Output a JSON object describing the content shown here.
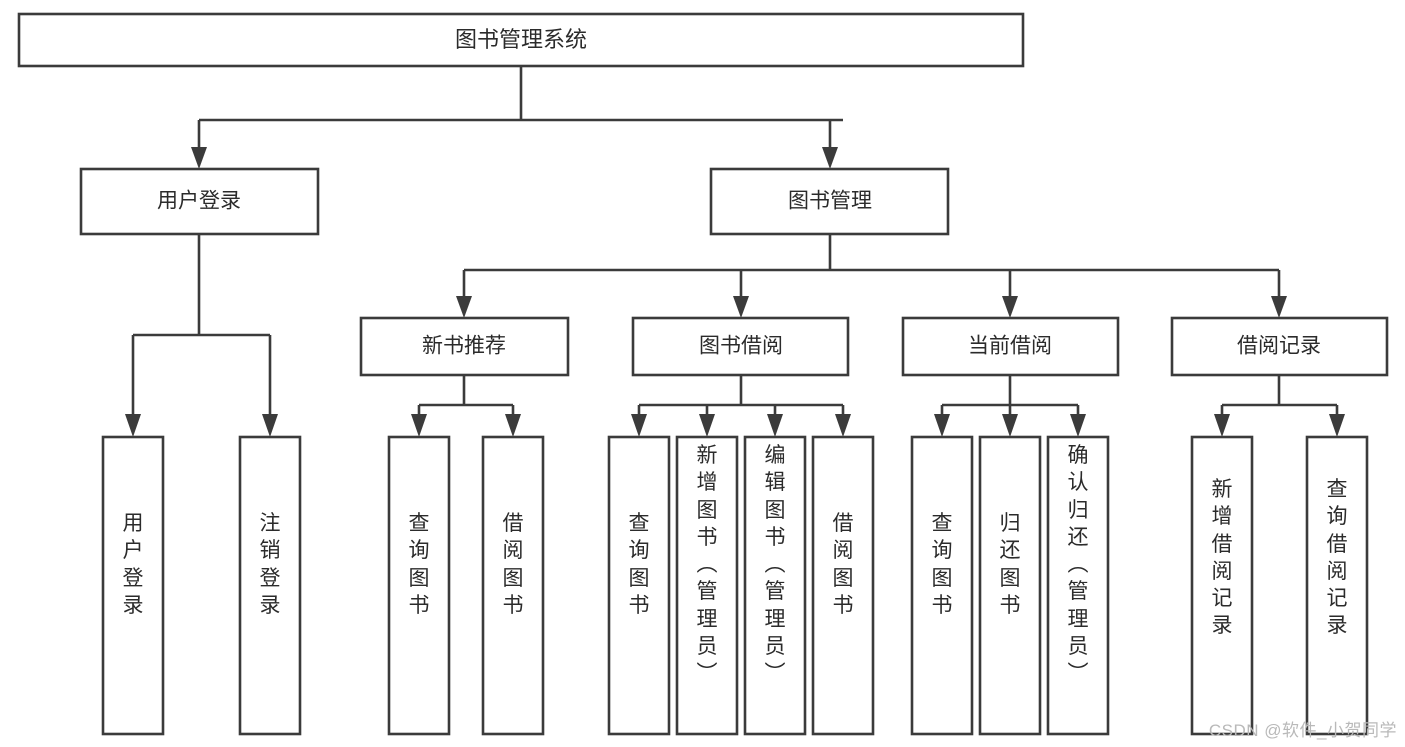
{
  "diagram": {
    "type": "tree-hierarchy",
    "title": "图书管理系统",
    "orientation": "top-down",
    "colors": {
      "box_stroke": "#3b3b3b",
      "box_fill": "#ffffff",
      "connector": "#3b3b3b",
      "text": "#2b2b2b",
      "background": "#ffffff",
      "watermark": "#b9b9b9"
    },
    "root": {
      "label": "图书管理系统"
    },
    "level2": [
      {
        "label": "用户登录"
      },
      {
        "label": "图书管理"
      }
    ],
    "level3": [
      {
        "label": "新书推荐"
      },
      {
        "label": "图书借阅"
      },
      {
        "label": "当前借阅"
      },
      {
        "label": "借阅记录"
      }
    ],
    "leaves": {
      "user_login": [
        {
          "label": "用户登录"
        },
        {
          "label": "注销登录"
        }
      ],
      "new_book": [
        {
          "label": "查询图书"
        },
        {
          "label": "借阅图书"
        }
      ],
      "book_borrow": [
        {
          "label": "查询图书"
        },
        {
          "label": "新增图书（管理员）"
        },
        {
          "label": "编辑图书（管理员）"
        },
        {
          "label": "借阅图书"
        }
      ],
      "current_borrow": [
        {
          "label": "查询图书"
        },
        {
          "label": "归还图书"
        },
        {
          "label": "确认归还（管理员）"
        }
      ],
      "borrow_record": [
        {
          "label": "新增借阅记录"
        },
        {
          "label": "查询借阅记录"
        }
      ]
    }
  },
  "watermark": {
    "text": "CSDN @软件_小贺同学"
  }
}
